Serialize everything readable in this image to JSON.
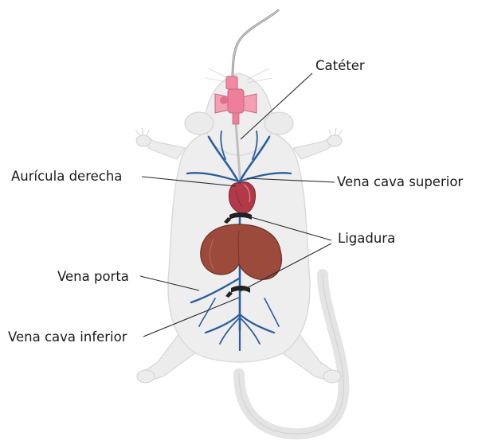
{
  "labels": {
    "cateter": "Catéter",
    "auricula_derecha": "Aurícula derecha",
    "vena_cava_superior": "Vena cava superior",
    "ligadura": "Ligadura",
    "vena_porta": "Vena porta",
    "vena_cava_inferior": "Vena cava inferior"
  },
  "colors": {
    "body": "#eeeeee",
    "body_outline": "#d9d9d9",
    "vessel": "#2b5f9e",
    "heart": "#b23a48",
    "liver": "#9c4a3c",
    "catheter_hub": "#f08aa2",
    "ligature": "#222222"
  }
}
